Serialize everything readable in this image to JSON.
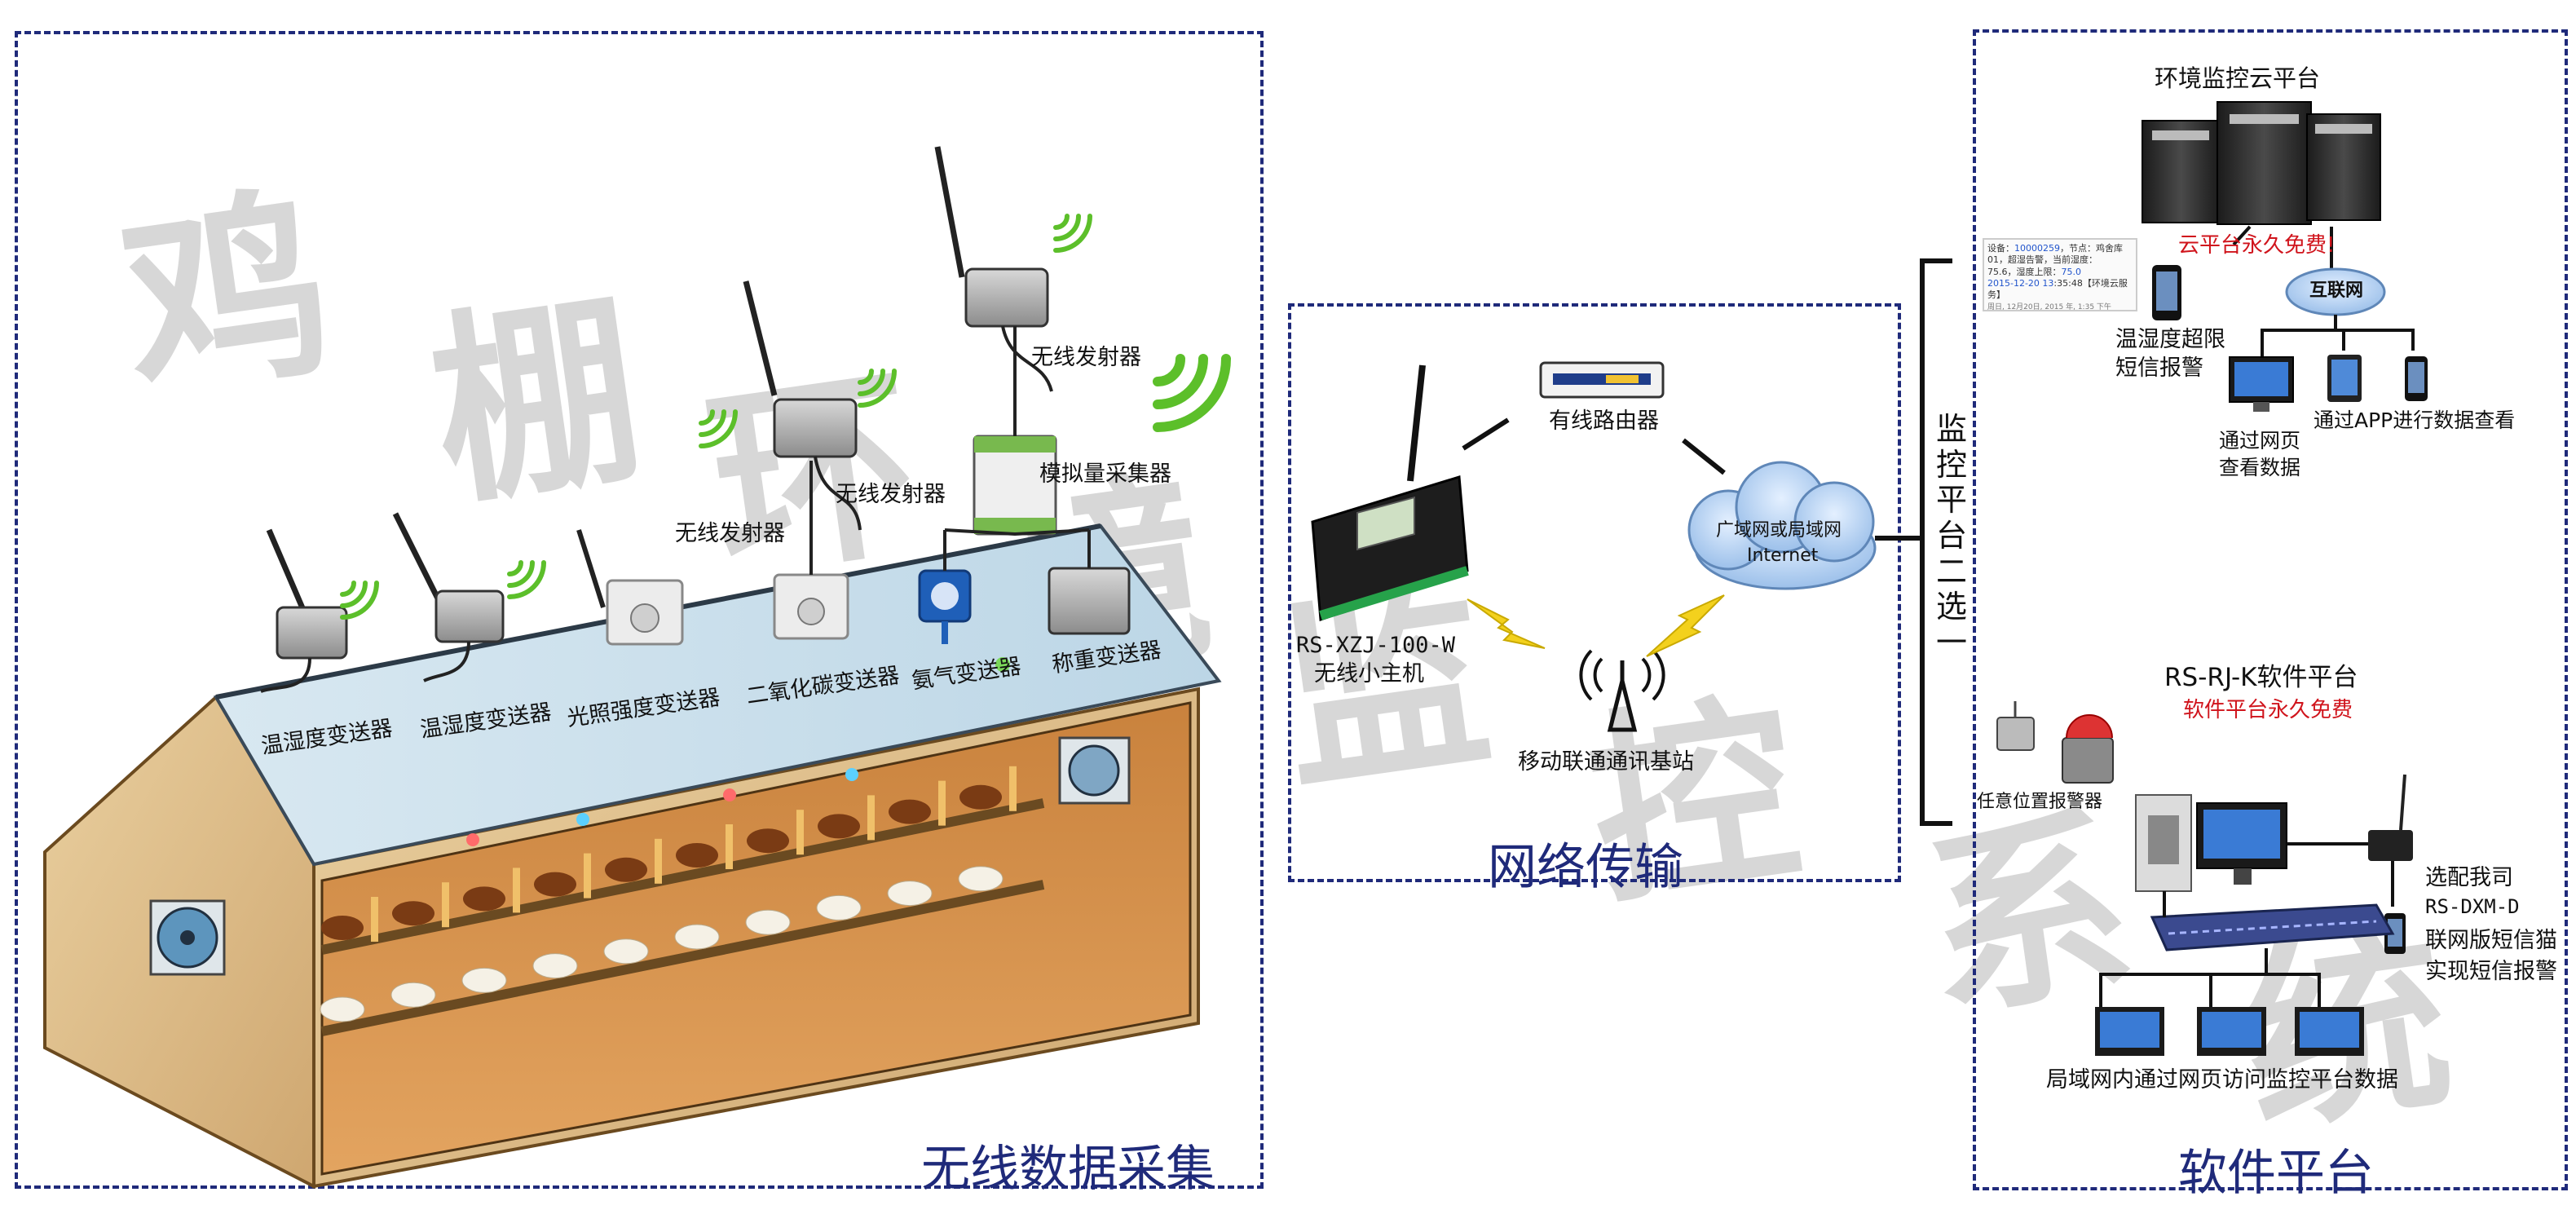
{
  "watermark": [
    "鸡",
    "棚",
    "环",
    "境",
    "监",
    "控",
    "系",
    "统"
  ],
  "panels": {
    "left_title": "无线数据采集",
    "middle_title": "网络传输",
    "right_title": "软件平台"
  },
  "sensors": {
    "temp_humidity_1": "温湿度变送器",
    "temp_humidity_2": "温湿度变送器",
    "light": "光照强度变送器",
    "co2": "二氧化碳变送器",
    "ammonia": "氨气变送器",
    "weighing": "称重变送器",
    "transmitter_1": "无线发射器",
    "transmitter_2": "无线发射器",
    "transmitter_3": "无线发射器",
    "analog_collector": "模拟量采集器"
  },
  "network": {
    "router": "有线路由器",
    "wan": "广域网或局域网",
    "internet": "Internet",
    "host_model": "RS-XZJ-100-W",
    "host_name": "无线小主机",
    "base_station": "移动联通通讯基站"
  },
  "platform": {
    "bracket_label": "监控平台二选一",
    "cloud_title": "环境监控云平台",
    "cloud_free": "云平台永久免费!",
    "internet_bubble": "互联网",
    "sms_alarm_1": "温湿度超限",
    "sms_alarm_2": "短信报警",
    "web_view_1": "通过网页",
    "web_view_2": "查看数据",
    "app_view": "通过APP进行数据查看",
    "sms_text": {
      "prefix": "设备：",
      "device_id": "10000259",
      "node_text": "，节点：鸡舍库",
      "line2": "01，超湿告警，当前湿度：",
      "line3_start": "75.6，湿度上限：",
      "limit": "75.0",
      "date": "2015-12-20 13",
      "time_suffix": ":35:48【环境云服",
      "service": "务】",
      "footer": "周日, 12月20日, 2015 年, 1:35 下午"
    },
    "software_title": "RS-RJ-K软件平台",
    "software_free": "软件平台永久免费",
    "alarm_anywhere": "任意位置报警器",
    "sms_cat": [
      "选配我司",
      "RS-DXM-D",
      "联网版短信猫",
      "实现短信报警"
    ],
    "lan_access": "局域网内通过网页访问监控平台数据"
  }
}
